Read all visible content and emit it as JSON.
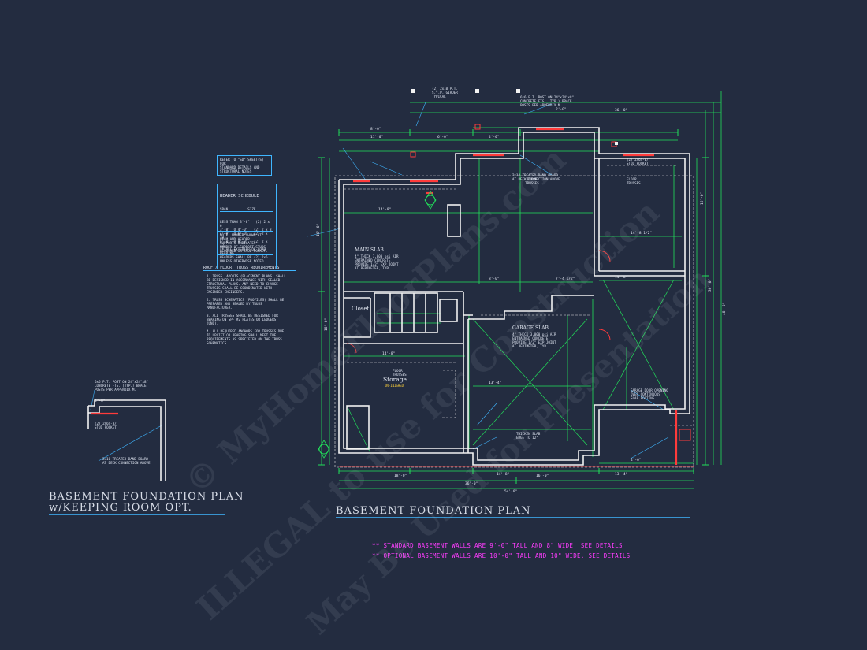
{
  "titles": {
    "main": "BASEMENT  FOUNDATION  PLAN",
    "opt_line1": "BASEMENT  FOUNDATION  PLAN",
    "opt_line2": "w/KEEPING  ROOM  OPT."
  },
  "notes": {
    "standard_walls": "** STANDARD BASEMENT WALLS ARE 9'-0\" TALL AND 8\" WIDE. SEE DETAILS",
    "optional_walls": "** OPTIONAL BASEMENT WALLS ARE 10'-0\" TALL AND 10\" WIDE. SEE DETAILS",
    "refer": "REFER TO \"SD\" SHEET(S) FOR\nSTANDARD DETAILS AND\nSTRUCTURAL NOTES",
    "header_schedule_title": "HEADER SCHEDULE",
    "header_schedule_cols": "SPAN          SIZE",
    "header_schedule_rows": "LESS THAN 3'-0\"   (2) 2 x 6\n3'-0\" TO 4'-0\"   (2) 2 x 8\n4'-0\" TO 6'-0\"   (2) 2 x 10\n6'-0\" TO 8'-0\"   (2) 2 x 12\n** ALL EXTERIOR OR LOAD BEARING\nHEADERS SHALL BE (2) 2x6\nUNLESS OTHERWISE NOTED",
    "stud_note": "NOTE: NUMBER SHOWN AT\nBEAM AND HEADER\nSUPPORTS INDICATES\nNUMBER OF SUPPORT STUDS\nREQUIRED IN STUD POCKET.",
    "truss_title": "ROOF / FLOOR  TRUSS REQUIREMENTS",
    "truss_items": "1. TRUSS LAYOUTS (PLACEMENT PLANS) SHALL\nBE DESIGNED IN ACCORDANCE WITH SEALED\nSTRUCTURAL PLANS. ANY NEED TO CHANGE\nTRUSSES SHALL BE COORDINATED WITH\nENGINEER ENGINEERS.\n\n2. TRUSS SCHEMATICS (PROFILES) SHALL BE\nPREPARED AND SEALED BY TRUSS\nMANUFACTURER.\n\n3. ALL TRUSSES SHALL BE DESIGNED FOR\nBEARING ON SPF #2 PLATES OR LEDGERS\n(UNO).\n\n4. ALL REQUIRED ANCHORS FOR TRUSSES DUE\nTO UPLIFT OR BEARING SHALL MEET THE\nREQUIREMENTS AS SPECIFIED ON THE TRUSS\nSCHEMATICS."
  },
  "rooms": {
    "closet": "Closet",
    "storage": "Storage",
    "unfinished": "UNFINISHED",
    "main_slab": "MAIN SLAB",
    "garage_slab": "GARAGE SLAB"
  },
  "labels": {
    "floor_trusses": "FLOOR\nTRUSSES",
    "band_board": "2x10 TREATED BAND BOARD\nAT DECK CONNECTION ABOVE",
    "stud_pocket": "(2) 2X6S-B/\nSTUD POCKET",
    "post": "6x6 P.T. POST ON 24\"x24\"x8\"\nCONCRETE FTG. (TYP.) BRACE\nPOSTS PER APPENDIX M.",
    "thickened_slab": "THICKEN SLAB\nEDGE TO 12\"",
    "garage_door": "GARAGE DOOR OPENING\nOVER CONTINUOUS\nSLAB FOOTING",
    "post_small": "(2) 2x10 P.T.\nS.Y.P. GIRDER\nTYPICAL",
    "garage_slab_spec": "4\" THICK 3,000 psi AIR\nENTRAINED CONCRETE\nPROVIDE 1/2\" EXP JOINT\nAT PERIMETER, TYP.",
    "main_slab_spec": "4\" THICK 3,000 psi AIR\nENTRAINED CONCRETE\nPROVIDE 1/2\" EXP JOINT\nAT PERIMETER, TYP."
  },
  "dims": {
    "overall_width": "54'-0\"",
    "d1": "36'-0\"",
    "d2": "18'-0\"",
    "d3": "16'-0\"",
    "d4": "14'-8\"",
    "d5": "13'-4\"",
    "d6": "8'-0\"",
    "d7": "6'-0\"",
    "d8": "4'-0\"",
    "d9": "2'-0\"",
    "d10": "11'-0\"",
    "d11": "7'-4 1/2\"",
    "d12": "14'-8 1/2\"",
    "right_total": "48'-0\""
  },
  "watermark": {
    "line1": "© MyHomeFloorPlans.com",
    "line2": "ILLEGAL to use for Construction",
    "line3": "May Be Used for Presentation"
  },
  "colors": {
    "background": "#232c40",
    "wall": "#f2f2f2",
    "dimension": "#22e05a",
    "leader": "#3fb6ff",
    "highlight": "#ff3b3b",
    "magenta": "#ff3cff"
  }
}
